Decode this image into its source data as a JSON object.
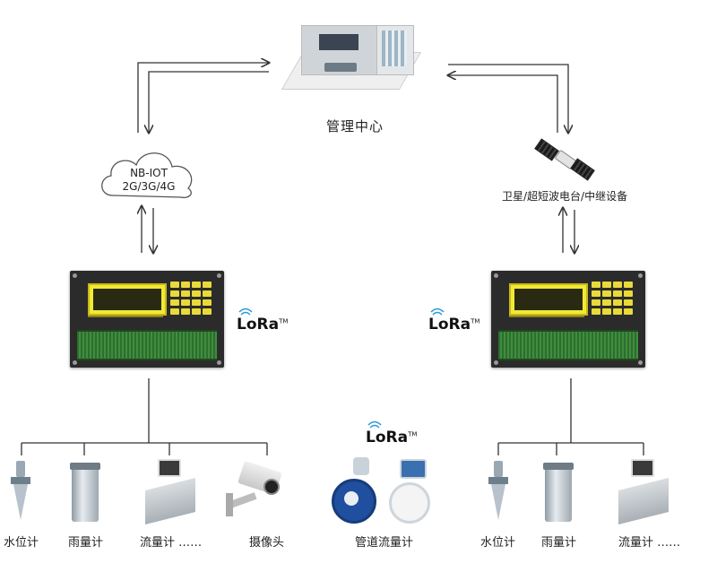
{
  "center": {
    "label": "管理中心",
    "building_icon": "control-room-building-icon"
  },
  "left_channel": {
    "line1": "NB-IOT",
    "line2": "2G/3G/4G",
    "icon": "cloud-icon"
  },
  "right_channel": {
    "label": "卫星/超短波电台/中继设备",
    "icon": "satellite-icon"
  },
  "lora": {
    "text": "LoRa",
    "tm": "TM",
    "icon": "lora-wireless-icon"
  },
  "left_devices": [
    {
      "label": "水位计",
      "icon": "radar-level-sensor-icon"
    },
    {
      "label": "雨量计",
      "icon": "rain-gauge-icon"
    },
    {
      "label": "流量计 ……",
      "icon": "flow-meter-icon"
    },
    {
      "label": "摄像头",
      "icon": "camera-icon"
    }
  ],
  "middle_device": {
    "label": "管道流量计",
    "icon": "pipe-flow-meter-icon"
  },
  "right_devices": [
    {
      "label": "水位计",
      "icon": "radar-level-sensor-icon"
    },
    {
      "label": "雨量计",
      "icon": "rain-gauge-icon"
    },
    {
      "label": "流量计 ……",
      "icon": "flow-meter-icon"
    }
  ],
  "colors": {
    "line": "#333333",
    "rtu_body": "#2b2b2b",
    "rtu_screen": "#f1ea35",
    "terminal": "#3e8e3e"
  }
}
